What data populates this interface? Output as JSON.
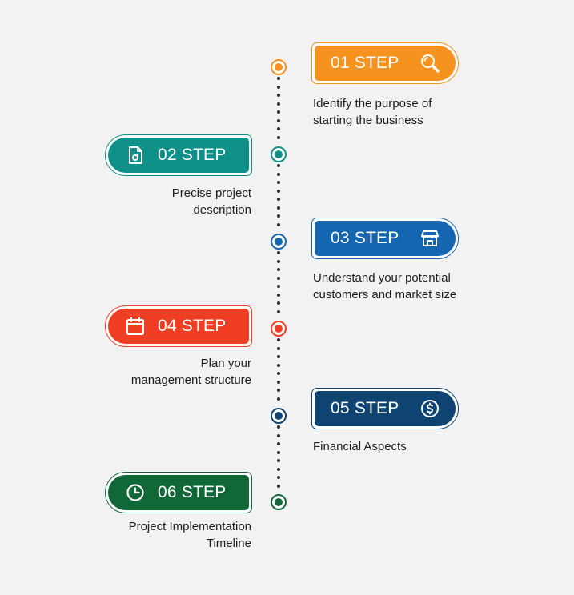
{
  "colors": {
    "step1": "#f6921e",
    "step2": "#0f9089",
    "step3": "#1566b0",
    "step4": "#ef3e23",
    "step5": "#0e4372",
    "step6": "#116837",
    "line": "#2b2b2b",
    "background": "#f2f2f2"
  },
  "steps": [
    {
      "label": "01 STEP",
      "icon": "magnifier-icon",
      "desc1": "Identify the purpose of",
      "desc2": "starting the business"
    },
    {
      "label": "02 STEP",
      "icon": "document-icon",
      "desc1": "Precise project",
      "desc2": "description"
    },
    {
      "label": "03 STEP",
      "icon": "storefront-icon",
      "desc1": "Understand your potential",
      "desc2": "customers and market size"
    },
    {
      "label": "04 STEP",
      "icon": "calendar-icon",
      "desc1": "Plan your",
      "desc2": "management structure"
    },
    {
      "label": "05 STEP",
      "icon": "dollar-coin-icon",
      "desc1": "Financial Aspects",
      "desc2": ""
    },
    {
      "label": "06 STEP",
      "icon": "clock-icon",
      "desc1": "Project Implementation",
      "desc2": "Timeline"
    }
  ]
}
